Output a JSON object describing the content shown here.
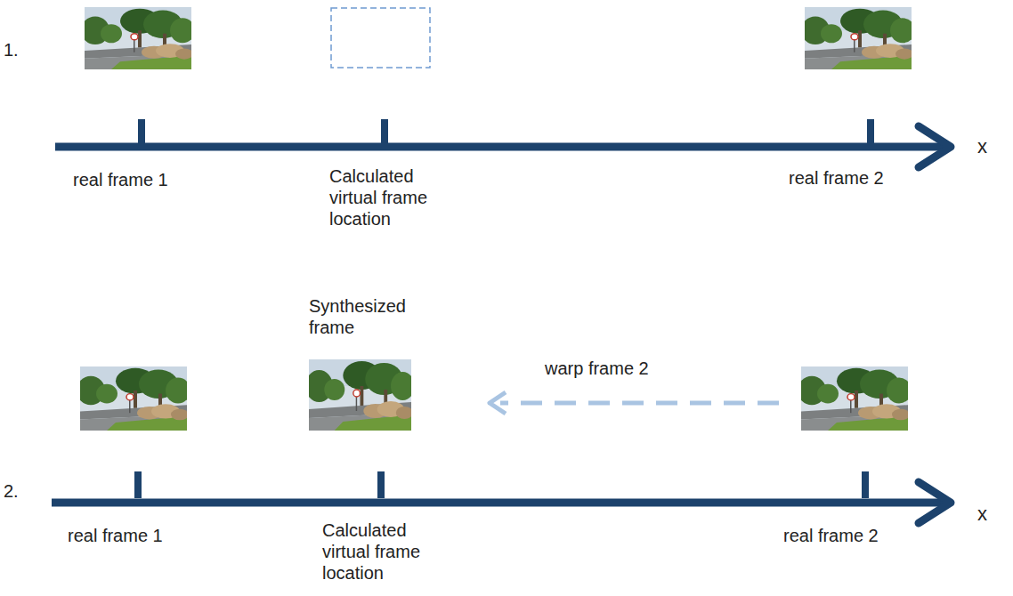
{
  "diagram": {
    "labels": [
      "1.",
      "real frame 1",
      "Calculated virtual frame location",
      "real frame 2",
      "x",
      "2.",
      "Synthesized frame",
      "warp frame 2",
      "real frame 1",
      "Calculated virtual frame location",
      "real frame 2",
      "x"
    ]
  }
}
